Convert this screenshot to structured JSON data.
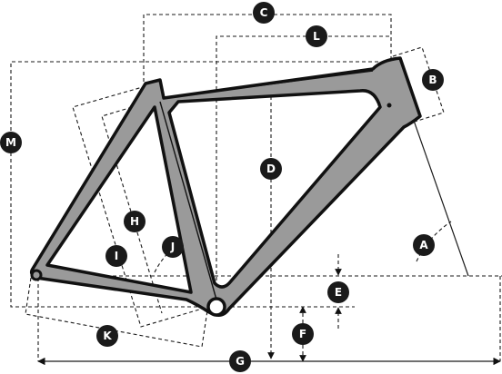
{
  "diagram": {
    "labels": {
      "A": "A",
      "B": "B",
      "C": "C",
      "D": "D",
      "E": "E",
      "F": "F",
      "G": "G",
      "H": "H",
      "I": "I",
      "J": "J",
      "K": "K",
      "L": "L",
      "M": "M"
    },
    "colors": {
      "frame_fill": "#9a9a9a",
      "frame_stroke": "#111111",
      "badge_fill": "#1a1a1a",
      "badge_text": "#ffffff"
    }
  }
}
